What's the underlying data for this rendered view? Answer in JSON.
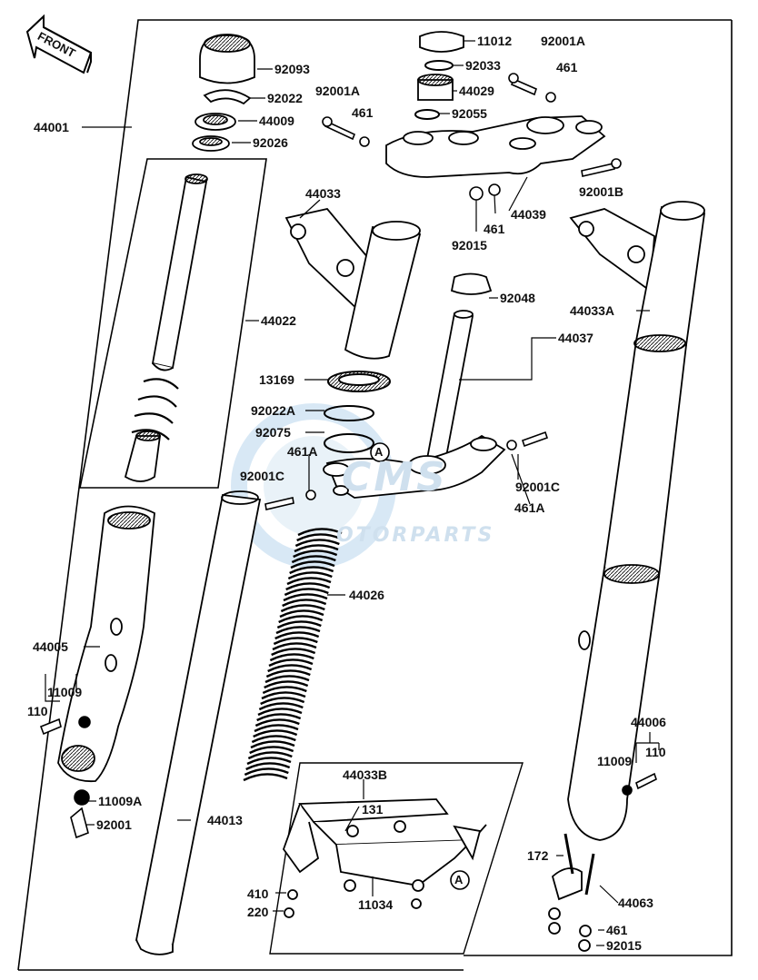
{
  "front_arrow": {
    "text": "FRONT"
  },
  "watermark": {
    "brand": "CMS",
    "sub": "OTORPARTS",
    "color": "#cfe3f3"
  },
  "callouts": {
    "A": "A"
  },
  "labels": {
    "p92093": "92093",
    "p92022": "92022",
    "p44009": "44009",
    "p92026": "92026",
    "p44001": "44001",
    "p92001A_l": "92001A",
    "p461_l": "461",
    "p11012": "11012",
    "p92001A_r": "92001A",
    "p92033": "92033",
    "p461_r": "461",
    "p44029": "44029",
    "p92055": "92055",
    "p44033": "44033",
    "p92001B": "92001B",
    "p44039": "44039",
    "p461_c": "461",
    "p92015_c": "92015",
    "p44022": "44022",
    "p92048": "92048",
    "p44033A": "44033A",
    "p44037": "44037",
    "p13169": "13169",
    "p92022A": "92022A",
    "p92075": "92075",
    "p461A_l": "461A",
    "p92001C_r": "92001C",
    "p92001C_l": "92001C",
    "p461A_r": "461A",
    "p44026": "44026",
    "p44005": "44005",
    "p11009_l": "11009",
    "p110_l": "110",
    "p11009A": "11009A",
    "p92001": "92001",
    "p44013": "44013",
    "p44033B": "44033B",
    "p131": "131",
    "p410": "410",
    "p220": "220",
    "p11034": "11034",
    "p44006": "44006",
    "p11009_r": "11009",
    "p110_r": "110",
    "p172": "172",
    "p44063": "44063",
    "p461_b": "461",
    "p92015_b": "92015"
  }
}
